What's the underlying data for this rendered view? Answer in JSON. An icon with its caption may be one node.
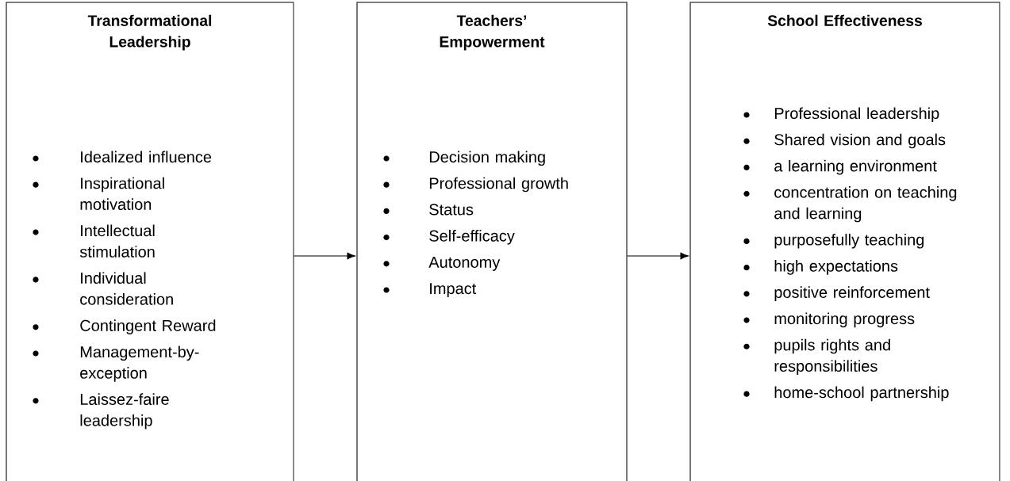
{
  "diagram": {
    "nodes": [
      {
        "text": [
          "Transformational Leadership",
          "Idealized influence",
          "Inspirational motivation",
          "Intellectual stimulation",
          "Individual consideration",
          "Contingent Reward",
          "Management-by-exception",
          "Laissez-faire leadership"
        ]
      },
      {
        "text": [
          "Teachers’ Empowerment",
          "Decision making",
          "Professional growth",
          "Status",
          "Self-efficacy",
          "Autonomy",
          "Impact"
        ]
      },
      {
        "text": [
          "School Effectiveness",
          "Professional leadership",
          "Shared vision and goals",
          "a learning environment",
          "concentration on teaching and learning",
          "purposefully teaching",
          "high expectations",
          "positive reinforcement",
          "monitoring progress",
          "pupils rights and responsibilities",
          "home-school partnership"
        ]
      }
    ],
    "edges": [
      {
        "from": 0,
        "to": 1,
        "arrow": "to"
      },
      {
        "from": 1,
        "to": 2,
        "arrow": "to"
      }
    ]
  }
}
